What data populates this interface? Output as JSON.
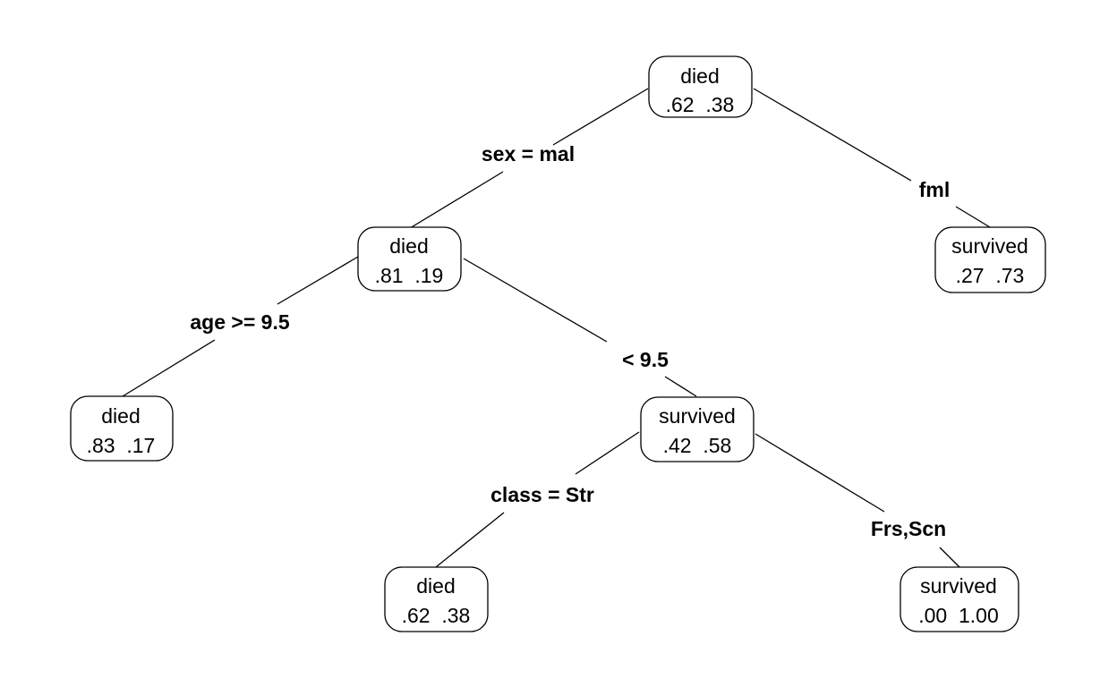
{
  "nodes": [
    {
      "id": "root",
      "class": "died",
      "probs": ".62  .38"
    },
    {
      "id": "n2",
      "class": "died",
      "probs": ".81  .19"
    },
    {
      "id": "n3",
      "class": "survived",
      "probs": ".27  .73"
    },
    {
      "id": "n4",
      "class": "died",
      "probs": ".83  .17"
    },
    {
      "id": "n5",
      "class": "survived",
      "probs": ".42  .58"
    },
    {
      "id": "n10",
      "class": "died",
      "probs": ".62  .38"
    },
    {
      "id": "n11",
      "class": "survived",
      "probs": ".00  1.00"
    }
  ],
  "splits": [
    {
      "id": "s-root-left",
      "label": "sex = mal"
    },
    {
      "id": "s-root-right",
      "label": "fml"
    },
    {
      "id": "s-n2-left",
      "label": "age >= 9.5"
    },
    {
      "id": "s-n2-right",
      "label": "< 9.5"
    },
    {
      "id": "s-n5-left",
      "label": "class = Str"
    },
    {
      "id": "s-n5-right",
      "label": "Frs,Scn"
    }
  ]
}
